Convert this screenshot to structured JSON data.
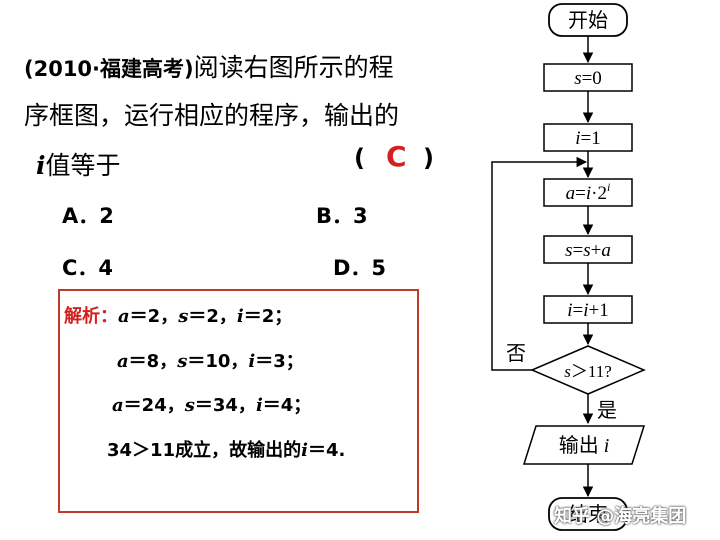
{
  "question": {
    "line1_source": "(2010·福建高考)",
    "line1_text": "阅读右图所示的程",
    "line2": "序框图，运行相应的程序，输出的",
    "line3_var": "i",
    "line3_text": "值等于",
    "paren_open": "(",
    "answer": "C",
    "paren_close": ")"
  },
  "options": [
    {
      "label": "A．2"
    },
    {
      "label": "B．3"
    },
    {
      "label": "C．4"
    },
    {
      "label": "D．5"
    }
  ],
  "solution": {
    "label": "解析：",
    "line1": {
      "a": "a",
      "a_val": "＝2，",
      "s": "s",
      "s_val": "＝2，",
      "i": "i",
      "i_val": "＝2；"
    },
    "line2": {
      "a": "a",
      "a_val": "＝8，",
      "s": "s",
      "s_val": "＝10，",
      "i": "i",
      "i_val": "＝3；"
    },
    "line3": {
      "a": "a",
      "a_val": "＝24，",
      "s": "s",
      "s_val": "＝34，",
      "i": "i",
      "i_val": "＝4；"
    },
    "line4": {
      "text": "34＞11成立，故输出的",
      "i": "i",
      "end": "＝4."
    }
  },
  "flowchart": {
    "start": "开始",
    "s_init": {
      "var": "s",
      "op": "=0"
    },
    "i_init": {
      "var": "i",
      "op": "=1"
    },
    "a_assign": {
      "a": "a",
      "eq": "=",
      "i": "i",
      "dot": "·2",
      "exp": "i"
    },
    "s_assign": {
      "s": "s",
      "eq": "=",
      "s2": "s",
      "plus": "+",
      "a": "a"
    },
    "i_incr": {
      "i": "i",
      "eq": "=",
      "i2": "i",
      "plus": "+1"
    },
    "condition": {
      "var": "s",
      "op": "＞11?"
    },
    "no_label": "否",
    "yes_label": "是",
    "output": {
      "text": "输出 ",
      "var": "i"
    },
    "end": "结束"
  },
  "watermark": "知乎 @海亮集团"
}
